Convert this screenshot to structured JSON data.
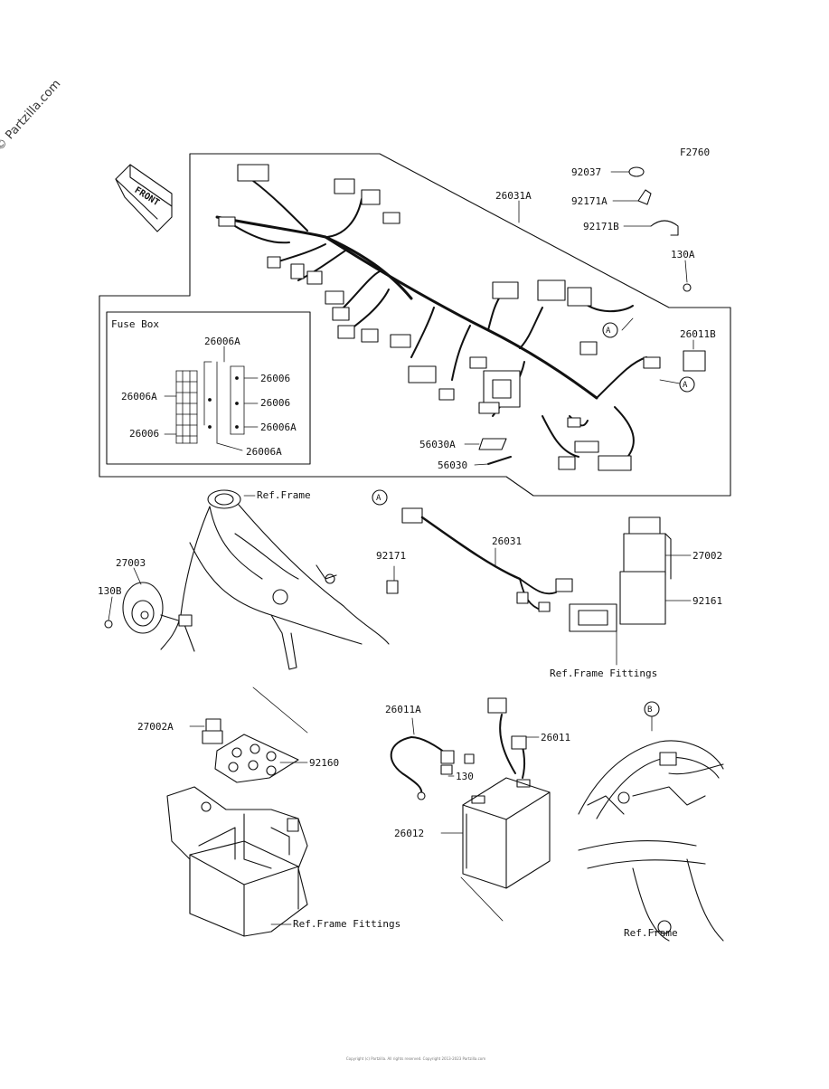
{
  "watermark": "© Partzilla.com",
  "diagram_code": "F2760",
  "front_label": "FRONT",
  "fuse_box_title": "Fuse Box",
  "callout_a": "A",
  "callout_b": "B",
  "labels": {
    "p92037": "92037",
    "p26031A": "26031A",
    "p92171A": "92171A",
    "p92171B": "92171B",
    "p130A": "130A",
    "p26011B": "26011B",
    "p26006A_top": "26006A",
    "p26006_r1": "26006",
    "p26006A_left": "26006A",
    "p26006_r2": "26006",
    "p26006A_r3": "26006A",
    "p26006_left": "26006",
    "p26006A_bottom": "26006A",
    "p56030A": "56030A",
    "p56030": "56030",
    "ref_frame_1": "Ref.Frame",
    "p27003": "27003",
    "p130B": "130B",
    "p92171": "92171",
    "p26031": "26031",
    "p27002": "27002",
    "p92161": "92161",
    "ref_frame_fittings_1": "Ref.Frame Fittings",
    "p26011A": "26011A",
    "p26011": "26011",
    "p27002A": "27002A",
    "p92160": "92160",
    "p130": "130",
    "p26012": "26012",
    "ref_frame_fittings_2": "Ref.Frame Fittings",
    "ref_frame_2": "Ref.Frame"
  },
  "footer": "Copyright (c) Partzilla. All rights reserved. Copyright 2013-2023 Partzilla.com"
}
